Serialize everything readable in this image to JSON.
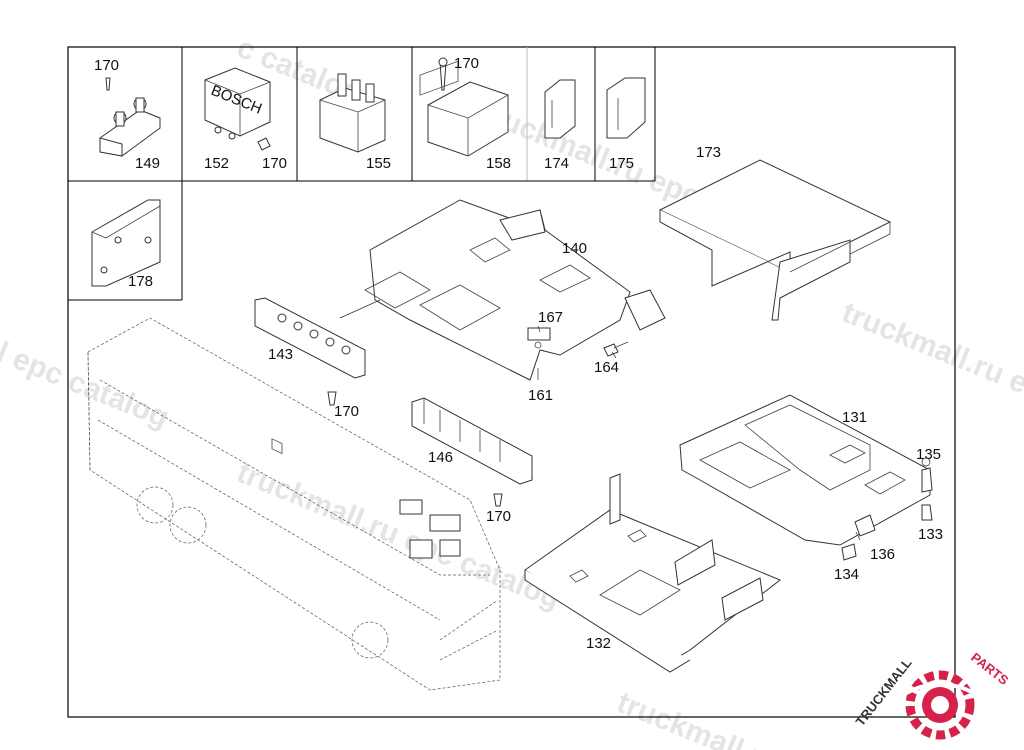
{
  "watermark": {
    "text_catalog": "c catalog",
    "text_epc": "truckmall.ru epc",
    "text_epc2": "l epc catalog",
    "text_mall": "truckmall.ru e",
    "text_mall2": "truckmall.ru",
    "text_mall3": "truckmall.ru epc catalog",
    "text_bottom": "truckmall.ru"
  },
  "logo": {
    "brand_part1": "TRUCKMALL",
    "brand_part2": "PARTS",
    "accent_color": "#d6214b"
  },
  "callouts": {
    "c131": "131",
    "c132": "132",
    "c133": "133",
    "c134": "134",
    "c135": "135",
    "c136": "136",
    "c140": "140",
    "c143": "143",
    "c146": "146",
    "c149": "149",
    "c152": "152",
    "c155": "155",
    "c158": "158",
    "c161": "161",
    "c164": "164",
    "c167": "167",
    "c170_a": "170",
    "c170_b": "170",
    "c170_c": "170",
    "c170_d": "170",
    "c170_e": "170",
    "c173": "173",
    "c174": "174",
    "c175": "175",
    "c178": "178"
  },
  "relay_text": {
    "bosch": "BOSCH"
  }
}
